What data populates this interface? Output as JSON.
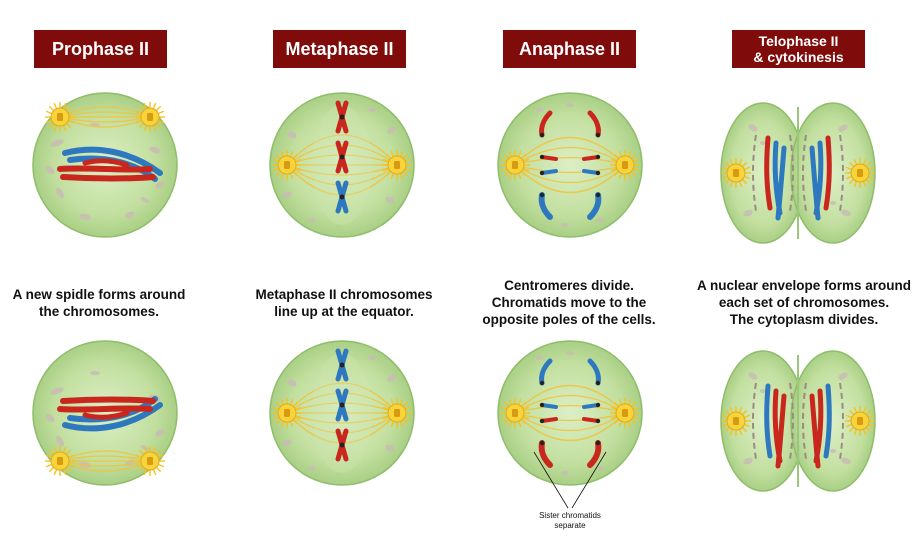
{
  "stages": [
    {
      "key": "prophase",
      "title_lines": [
        "Prophase II"
      ],
      "description_lines": [
        "A new spidle forms around",
        "the chromosomes."
      ]
    },
    {
      "key": "metaphase",
      "title_lines": [
        "Metaphase II"
      ],
      "description_lines": [
        "Metaphase II  chromosomes",
        "line up at the equator."
      ]
    },
    {
      "key": "anaphase",
      "title_lines": [
        "Anaphase II"
      ],
      "description_lines": [
        "Centromeres divide.",
        "Chromatids move to the",
        "opposite poles of the cells."
      ]
    },
    {
      "key": "telophase",
      "title_lines": [
        "Telophase II",
        "& cytokinesis"
      ],
      "description_lines": [
        "A nuclear envelope forms around",
        "each set of chromosomes.",
        "The cytoplasm divides."
      ]
    }
  ],
  "annotation": {
    "lines": [
      "Sister chromatids",
      "separate"
    ]
  },
  "colors": {
    "title_bg": "#7f0b0b",
    "title_text": "#ffffff",
    "cell_fill": "#a9cf85",
    "cell_inner": "#dcefc6",
    "spindle": "#f3c23c",
    "centrosome": "#f6d43a",
    "chromosome_red": "#c9261e",
    "chromosome_blue": "#2e78c0",
    "organelle": "#c8bcb4"
  }
}
